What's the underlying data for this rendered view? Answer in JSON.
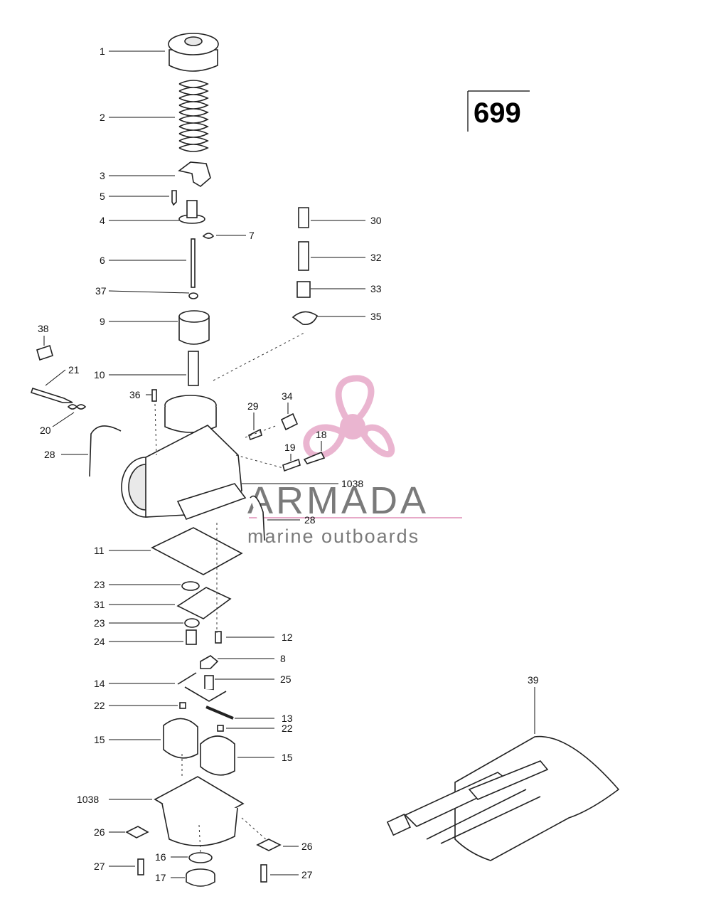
{
  "plate_number": "699",
  "brand": {
    "name": "ARMADA",
    "tagline": "marine outboards",
    "colors": {
      "logo_pink": "#e7a9c8",
      "logo_pink_dark": "#d884b0",
      "text_gray": "#7a7a7a"
    }
  },
  "callouts": [
    {
      "id": "c1",
      "text": "1"
    },
    {
      "id": "c2",
      "text": "2"
    },
    {
      "id": "c3",
      "text": "3"
    },
    {
      "id": "c5",
      "text": "5"
    },
    {
      "id": "c4",
      "text": "4"
    },
    {
      "id": "c7",
      "text": "7"
    },
    {
      "id": "c6",
      "text": "6"
    },
    {
      "id": "c37",
      "text": "37"
    },
    {
      "id": "c9",
      "text": "9"
    },
    {
      "id": "c38",
      "text": "38"
    },
    {
      "id": "c21",
      "text": "21"
    },
    {
      "id": "c10",
      "text": "10"
    },
    {
      "id": "c36",
      "text": "36"
    },
    {
      "id": "c20",
      "text": "20"
    },
    {
      "id": "c28a",
      "text": "28"
    },
    {
      "id": "c30",
      "text": "30"
    },
    {
      "id": "c32",
      "text": "32"
    },
    {
      "id": "c33",
      "text": "33"
    },
    {
      "id": "c35",
      "text": "35"
    },
    {
      "id": "c34",
      "text": "34"
    },
    {
      "id": "c29",
      "text": "29"
    },
    {
      "id": "c18",
      "text": "18"
    },
    {
      "id": "c19",
      "text": "19"
    },
    {
      "id": "c1038a",
      "text": "1038"
    },
    {
      "id": "c28b",
      "text": "28"
    },
    {
      "id": "c11",
      "text": "11"
    },
    {
      "id": "c23a",
      "text": "23"
    },
    {
      "id": "c31",
      "text": "31"
    },
    {
      "id": "c23b",
      "text": "23"
    },
    {
      "id": "c24",
      "text": "24"
    },
    {
      "id": "c12",
      "text": "12"
    },
    {
      "id": "c8",
      "text": "8"
    },
    {
      "id": "c14",
      "text": "14"
    },
    {
      "id": "c25",
      "text": "25"
    },
    {
      "id": "c22a",
      "text": "22"
    },
    {
      "id": "c13",
      "text": "13"
    },
    {
      "id": "c22b",
      "text": "22"
    },
    {
      "id": "c15a",
      "text": "15"
    },
    {
      "id": "c15b",
      "text": "15"
    },
    {
      "id": "c1038b",
      "text": "1038"
    },
    {
      "id": "c26a",
      "text": "26"
    },
    {
      "id": "c26b",
      "text": "26"
    },
    {
      "id": "c16",
      "text": "16"
    },
    {
      "id": "c27a",
      "text": "27"
    },
    {
      "id": "c17",
      "text": "17"
    },
    {
      "id": "c27b",
      "text": "27"
    },
    {
      "id": "c39",
      "text": "39"
    }
  ]
}
